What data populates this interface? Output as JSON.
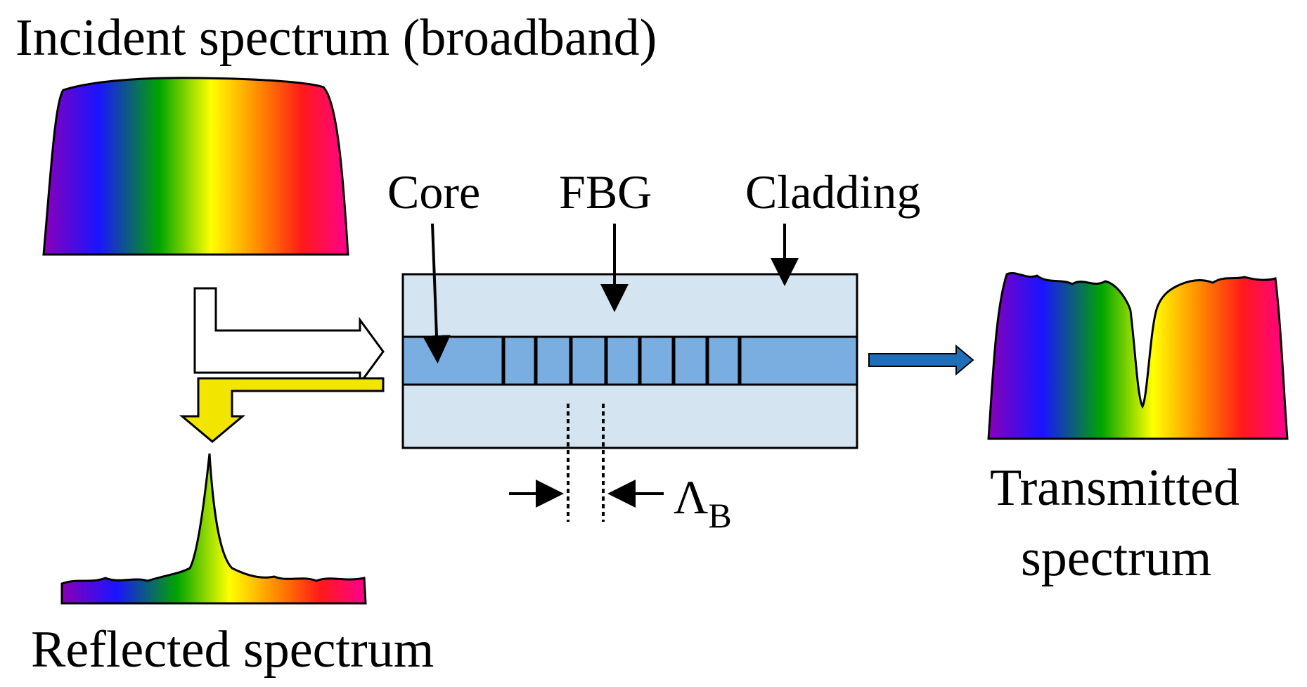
{
  "labels": {
    "incident": "Incident spectrum (broadband)",
    "core": "Core",
    "fbg": "FBG",
    "cladding": "Cladding",
    "transmitted_line1": "Transmitted",
    "transmitted_line2": "spectrum",
    "reflected": "Reflected spectrum",
    "period_symbol": "Λ",
    "period_subscript": "B"
  },
  "colors": {
    "cladding_fill": "#d5e4f1",
    "core_fill": "#7aaee0",
    "outline": "#000000",
    "input_arrow": "#ffffff",
    "reflected_arrow": "#f2e600",
    "transmitted_arrow": "#1f6fb8"
  },
  "icons": {
    "input": "bent-arrow-right",
    "reflected": "bent-arrow-down",
    "transmitted": "arrow-right",
    "pointer": "arrow-down"
  }
}
